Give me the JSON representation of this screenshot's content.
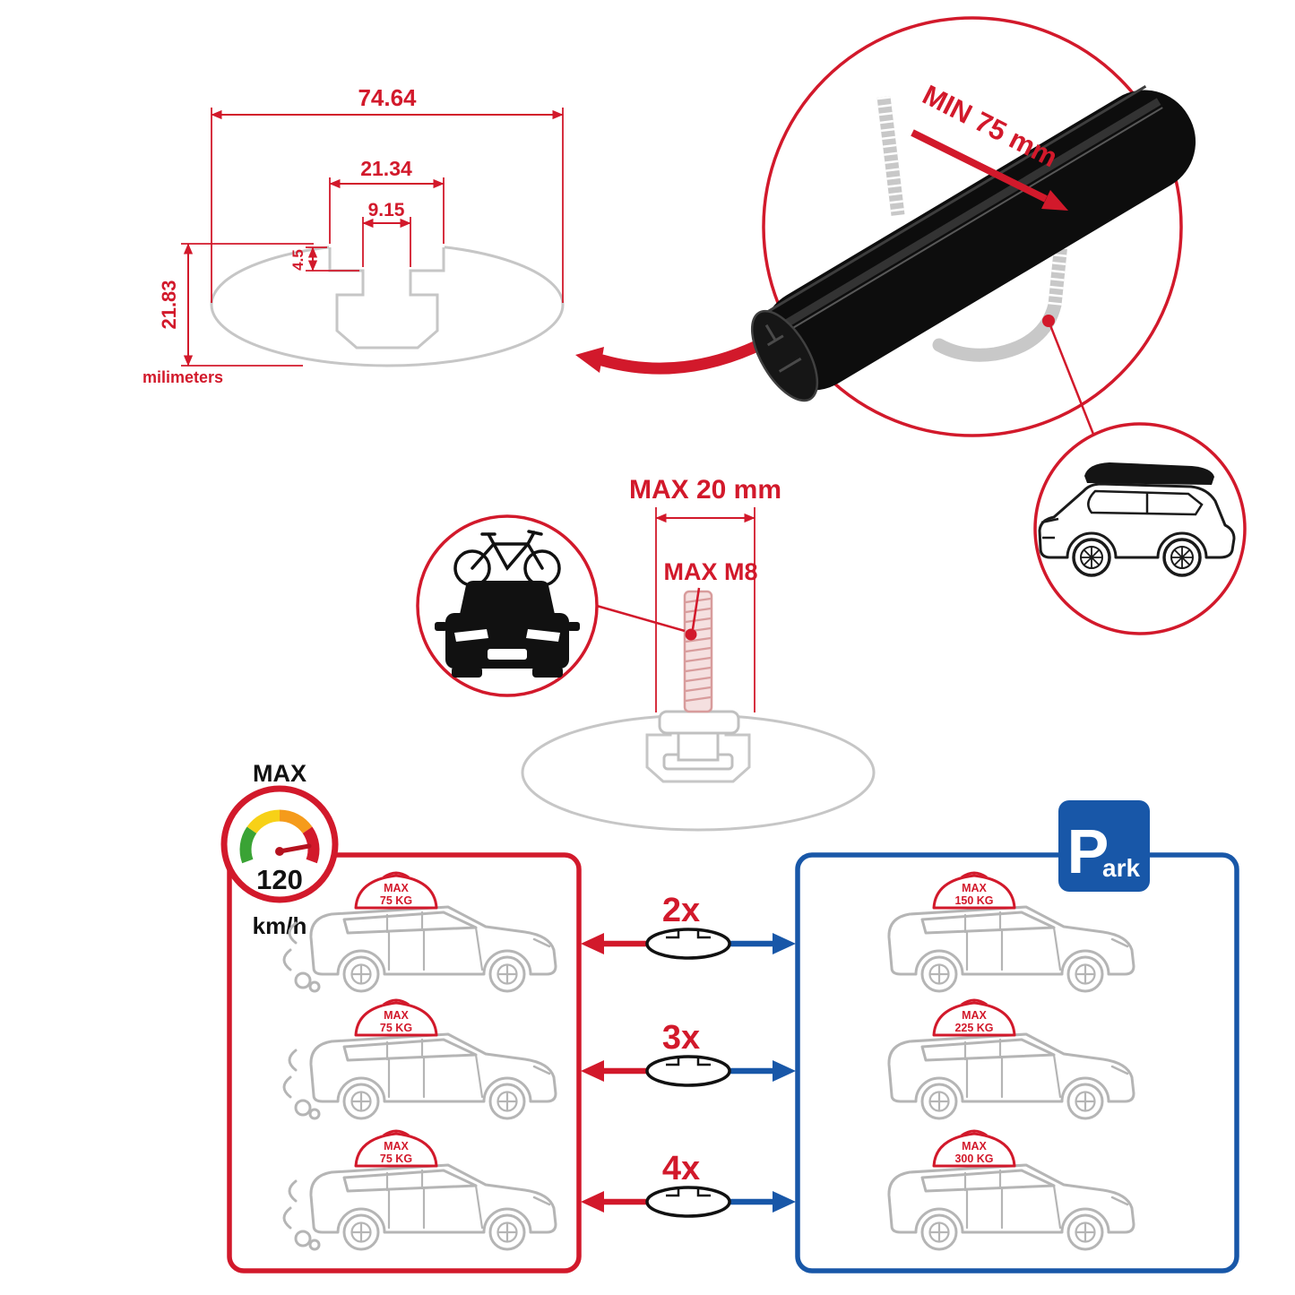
{
  "colors": {
    "accent_red": "#d2192b",
    "accent_blue": "#1857a8",
    "profile_gray": "#c6c6c6",
    "bar_black": "#0d0d0d"
  },
  "profile_diagram": {
    "dim_total_width": "74.64",
    "dim_opening_width": "21.34",
    "dim_slot_width": "9.15",
    "dim_lip_depth": "4.5",
    "dim_total_height": "21.83",
    "units_label": "milimeters"
  },
  "crossbar_detail": {
    "min_clamp_label": "MIN 75 mm"
  },
  "bolt_detail": {
    "max_width_label": "MAX 20 mm",
    "max_thread_label": "MAX M8"
  },
  "speed_gauge": {
    "max_label": "MAX",
    "value": "120",
    "units": "km/h"
  },
  "load_box": {
    "cars": [
      {
        "bag_line1": "MAX",
        "bag_line2": "75 KG"
      },
      {
        "bag_line1": "MAX",
        "bag_line2": "75 KG"
      },
      {
        "bag_line1": "MAX",
        "bag_line2": "75 KG"
      }
    ]
  },
  "multipliers": [
    {
      "label": "2x"
    },
    {
      "label": "3x"
    },
    {
      "label": "4x"
    }
  ],
  "parking_box": {
    "sign_letter": "P",
    "sign_suffix": "ark",
    "cars": [
      {
        "bag_line1": "MAX",
        "bag_line2": "150 KG"
      },
      {
        "bag_line1": "MAX",
        "bag_line2": "225 KG"
      },
      {
        "bag_line1": "MAX",
        "bag_line2": "300 KG"
      }
    ]
  }
}
